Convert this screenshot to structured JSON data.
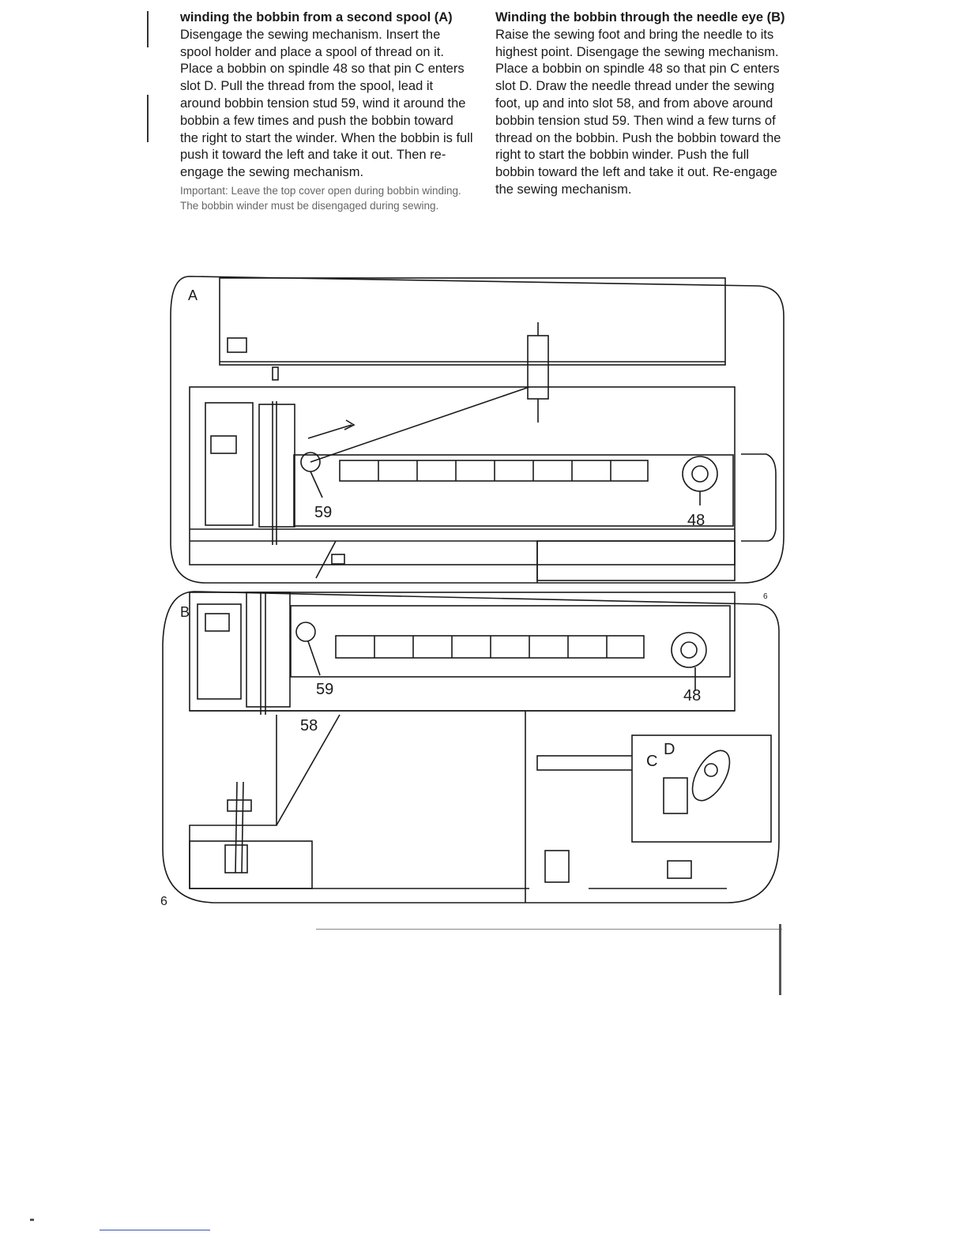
{
  "left_column": {
    "heading": "winding the bobbin from a second spool (A)",
    "body": "Disengage the sewing mechanism. Insert the spool holder and place a spool of thread on it. Place a bobbin on spindle 48 so that pin C enters slot D. Pull the thread from the spool, lead it around bobbin tension stud 59, wind it around the bobbin a few times and push the bobbin toward the right to start the winder. When the bobbin is full push it toward the left and take it out. Then re-engage the sewing mechanism.",
    "important": "Important: Leave the top cover open during bobbin winding. The bobbin winder must be disengaged during sewing."
  },
  "right_column": {
    "heading": "Winding the bobbin through the needle eye (B)",
    "body": "Raise the sewing foot and bring the needle to its highest point. Disengage the sewing mechanism. Place a bobbin on spindle 48 so that pin C enters slot D. Draw the needle thread under the sewing foot, up and into slot 58, and from above around bobbin tension stud 59. Then wind a few turns of thread on the bobbin. Push the bobbin toward the right to start the bobbin winder. Push the full bobbin toward the left and take it out. Re-engage the sewing mechanism."
  },
  "figure_a": {
    "letter": "A",
    "label_59": "59",
    "label_48": "48"
  },
  "figure_b": {
    "letter": "B",
    "label_59": "59",
    "label_48": "48",
    "label_58": "58",
    "label_c": "C",
    "label_d": "D"
  },
  "page_number": "6",
  "small_mark": "6"
}
